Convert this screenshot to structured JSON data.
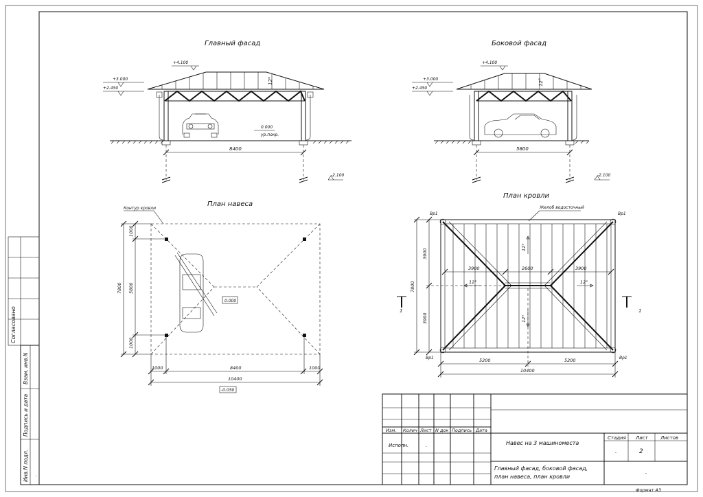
{
  "sheet": {
    "format_label": "Формат А3"
  },
  "left_stamp": {
    "agreed": "Согласовано",
    "replaced_inv": "Взам. инв.N",
    "sign_date": "Подпись и дата",
    "inv_orig": "Инв.N подл."
  },
  "title_block": {
    "columns": [
      "Изм.",
      "Колич",
      "Лист",
      "N док",
      "Подпись",
      "Дата"
    ],
    "executor": "Исполн.",
    "executor_mark": ".",
    "project_title": "Навес на 3 машиноместа",
    "sheet_title_line1": "Главный фасад, боковой фасад,",
    "sheet_title_line2": "план навеса, план кровли",
    "stage_label": "Стадия",
    "sheet_label": "Лист",
    "sheets_label": "Листов",
    "stage_value": ".",
    "sheet_value": "2",
    "org_mark": "."
  },
  "main_facade": {
    "title": "Главный фасад",
    "levels": [
      "+4.100",
      "+3.000",
      "+2.450",
      "-2.100"
    ],
    "ground_level": "0.000",
    "ground_note": "ур.покр.",
    "slope": "12°",
    "span": "8400"
  },
  "side_facade": {
    "title": "Боковой фасад",
    "levels": [
      "+4.100",
      "+3.000",
      "+2.450",
      "-2.100"
    ],
    "slope": "12°",
    "span": "5800"
  },
  "canopy_plan": {
    "title": "План навеса",
    "roof_contour": "Контур кровли",
    "center_level": "0.000",
    "bottom_level": "-0.050",
    "vert_dims": [
      "1000",
      "5800",
      "1000"
    ],
    "vert_total": "7800",
    "horiz_dims": [
      "1000",
      "8400",
      "1000"
    ],
    "horiz_total": "10400"
  },
  "roof_plan": {
    "title": "План кровли",
    "gutter": "Желоб водосточный",
    "downpipes": [
      "Вр1",
      "Вр1",
      "Вр1",
      "Вр1"
    ],
    "ridge_dims": [
      "3900",
      "2600",
      "3900"
    ],
    "slopes": [
      "12°",
      "12°",
      "12°",
      "12°"
    ],
    "vert_dims": [
      "3900",
      "3900"
    ],
    "vert_total": "7800",
    "horiz_dims": [
      "5200",
      "5200"
    ],
    "horiz_total": "10400",
    "section_mark": "1"
  }
}
